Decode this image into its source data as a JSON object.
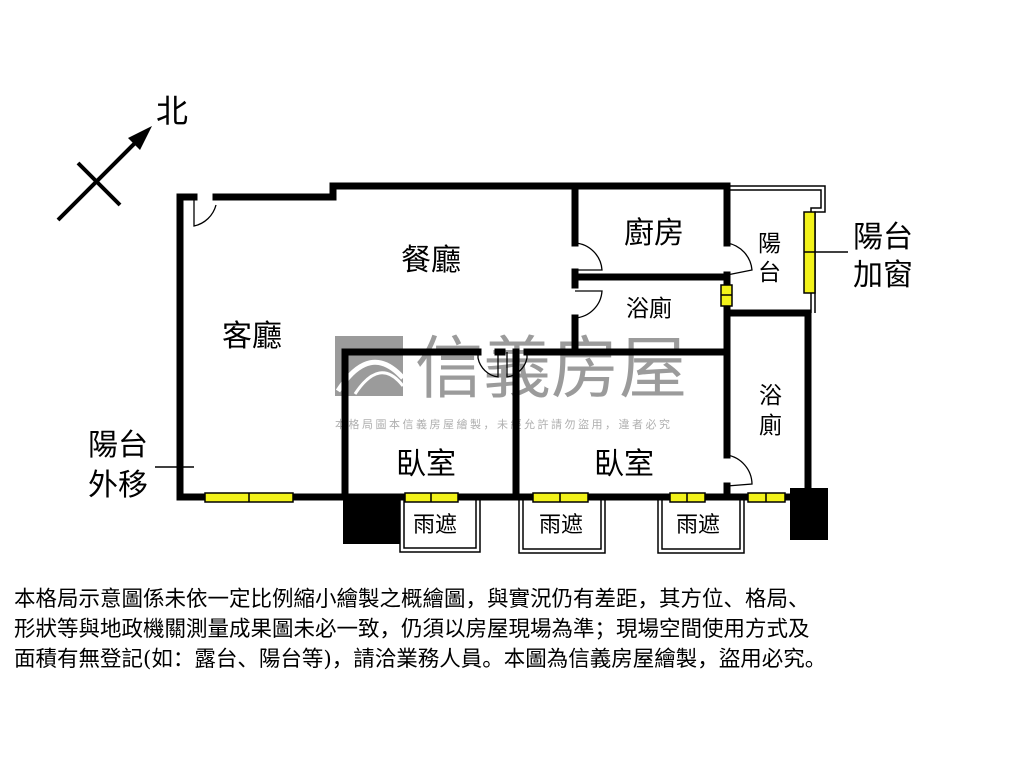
{
  "compass": {
    "label": "北"
  },
  "rooms": {
    "dining": "餐廳",
    "living": "客廳",
    "kitchen": "廚房",
    "bath1": "浴廁",
    "balcony": [
      "陽",
      "台"
    ],
    "bedroom1": "臥室",
    "bedroom2": "臥室",
    "bath2": [
      "浴",
      "廁"
    ],
    "canopy1": "雨遮",
    "canopy2": "雨遮",
    "canopy3": "雨遮"
  },
  "annotations": {
    "balcony_window": [
      "陽台",
      "加窗"
    ],
    "balcony_moved": [
      "陽台",
      "外移"
    ]
  },
  "watermark": {
    "brand": "信義房屋",
    "notice": "本格局圖本信義房屋繪製，未經允許請勿盜用，違者必究"
  },
  "colors": {
    "wall": "#000000",
    "window": "#f2f21a",
    "watermark": "#8a8a8a"
  },
  "disclaimer": [
    "本格局示意圖係未依一定比例縮小繪製之概繪圖，與實況仍有差距，其方位、格局、",
    "形狀等與地政機關測量成果圖未必一致，仍須以房屋現場為準；現場空間使用方式及",
    "面積有無登記(如：露台、陽台等)，請洽業務人員。本圖為信義房屋繪製，盜用必究。"
  ]
}
